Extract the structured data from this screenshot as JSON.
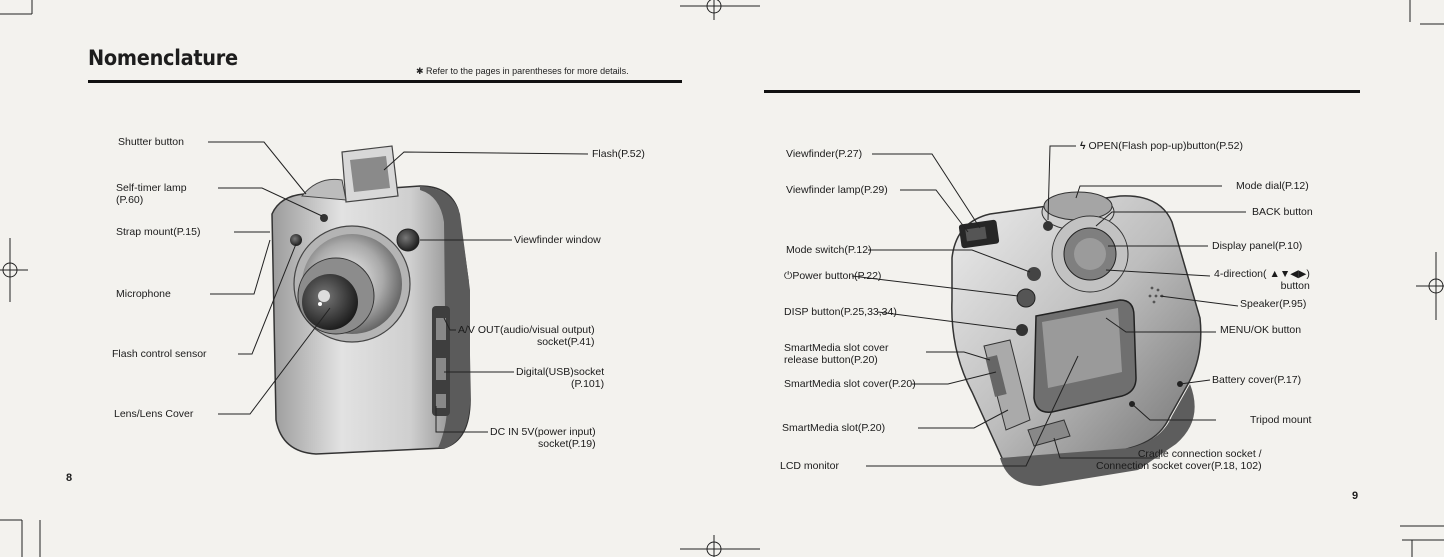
{
  "header": {
    "title": "Nomenclature",
    "note": "✱ Refer to the pages in parentheses for more details."
  },
  "left_labels": {
    "shutter": "Shutter button",
    "self_timer": "Self-timer lamp\n(P.60)",
    "strap": "Strap mount(P.15)",
    "microphone": "Microphone",
    "flash_sensor": "Flash control sensor",
    "lens": "Lens/Lens Cover",
    "flash": "Flash(P.52)",
    "viewfinder_window": "Viewfinder window",
    "av_out": "A/V OUT(audio/visual output)\nsocket(P.41)",
    "digital_usb": "Digital(USB)socket\n(P.101)",
    "dc_in": "DC IN 5V(power input)\nsocket(P.19)"
  },
  "right_labels": {
    "viewfinder": "Viewfinder(P.27)",
    "viewfinder_lamp": "Viewfinder lamp(P.29)",
    "mode_switch": "Mode switch(P.12)",
    "power": "Power button(P.22)",
    "disp": "DISP button(P.25,33,34)",
    "sm_release": "SmartMedia slot cover\nrelease button(P.20)",
    "sm_cover": "SmartMedia slot cover(P.20)",
    "sm_slot": "SmartMedia slot(P.20)",
    "lcd": "LCD monitor",
    "flash_open": "OPEN(Flash pop-up)button(P.52)",
    "mode_dial": "Mode dial(P.12)",
    "back": "BACK button",
    "display_panel": "Display panel(P.10)",
    "four_dir": "4-direction( ▲▼◀▶)\nbutton",
    "speaker": "Speaker(P.95)",
    "menu_ok": "MENU/OK button",
    "battery": "Battery cover(P.17)",
    "tripod": "Tripod mount",
    "cradle": "Cradle connection socket /\nConnection socket cover(P.18, 102)"
  },
  "page_numbers": {
    "left": "8",
    "right": "9"
  }
}
